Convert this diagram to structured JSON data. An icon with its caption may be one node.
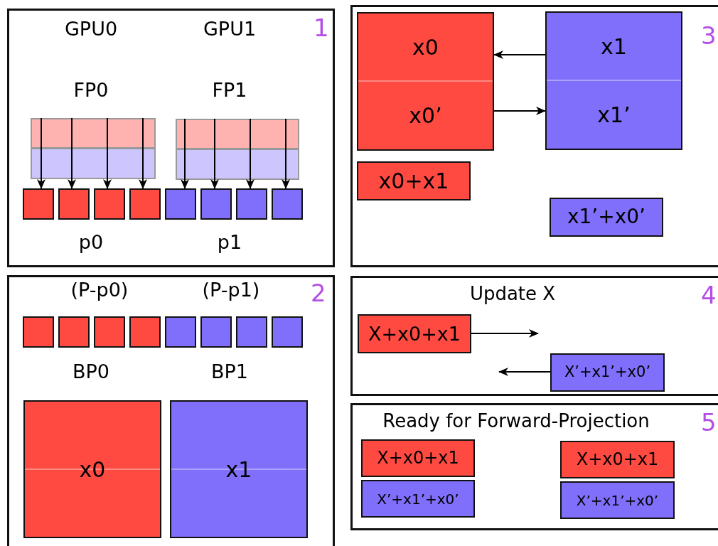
{
  "diagram": {
    "nodes": [
      {
        "text": [
          "1"
        ]
      },
      {
        "text": [],
        "shape": "box",
        "in": 0
      },
      {
        "text": [],
        "shape": "box",
        "in": 0
      },
      {
        "text": [],
        "shape": "box",
        "in": 0
      },
      {
        "text": [],
        "shape": "box",
        "in": 0
      },
      {
        "text": [],
        "shape": "box",
        "in": 0
      },
      {
        "text": [],
        "shape": "box",
        "in": 0
      },
      {
        "text": [],
        "shape": "box",
        "in": 0
      },
      {
        "text": [],
        "shape": "box",
        "in": 0
      },
      {
        "text": [],
        "shape": "box",
        "in": 0
      },
      {
        "text": [],
        "shape": "box",
        "in": 0
      },
      {
        "text": [
          "2"
        ]
      },
      {
        "text": [],
        "shape": "box",
        "in": 11
      },
      {
        "text": [],
        "shape": "box",
        "in": 11
      },
      {
        "text": [],
        "shape": "box",
        "in": 11
      },
      {
        "text": [],
        "shape": "box",
        "in": 11
      },
      {
        "text": [],
        "shape": "box",
        "in": 11
      },
      {
        "text": [],
        "shape": "box",
        "in": 11
      },
      {
        "text": [],
        "shape": "box",
        "in": 11
      },
      {
        "text": [],
        "shape": "box",
        "in": 11
      },
      {
        "text": [
          "x0"
        ],
        "in": 11
      },
      {
        "text": [
          "x1"
        ],
        "in": 11
      },
      {
        "text": [
          "3"
        ]
      },
      {
        "text": [
          "x0",
          "x0’"
        ],
        "in": 22
      },
      {
        "text": [
          "x1",
          "x1’"
        ],
        "in": 22
      },
      {
        "text": [
          "x0+x1"
        ],
        "in": 22
      },
      {
        "text": [
          "x1’+x0’"
        ],
        "in": 22
      },
      {
        "text": [
          "Update X",
          "4"
        ]
      },
      {
        "text": [
          "X+x0+x1"
        ],
        "in": 27
      },
      {
        "text": [
          "X’+x1’+x0’"
        ],
        "in": 27
      },
      {
        "text": [
          "Ready for Forward-Projection",
          "5"
        ]
      },
      {
        "text": [
          "X+x0+x1"
        ],
        "in": 30
      },
      {
        "text": [
          "X+x0+x1"
        ],
        "in": 30
      },
      {
        "text": [
          "X’+x1’+x0’"
        ],
        "in": 30
      },
      {
        "text": [
          "X’+x1’+x0’"
        ],
        "in": 30
      }
    ],
    "edges": [
      {
        "from": 1,
        "to": 3,
        "arrow": "to"
      },
      {
        "from": 1,
        "to": 4,
        "arrow": "to"
      },
      {
        "from": 1,
        "to": 5,
        "arrow": "to"
      },
      {
        "from": 1,
        "to": 6,
        "arrow": "to"
      },
      {
        "from": 2,
        "to": 7,
        "arrow": "to"
      },
      {
        "from": 2,
        "to": 8,
        "arrow": "to"
      },
      {
        "from": 2,
        "to": 9,
        "arrow": "to"
      },
      {
        "from": 2,
        "to": 10,
        "arrow": "to"
      },
      {
        "from": 24,
        "to": 23,
        "arrow": "to"
      },
      {
        "from": 23,
        "to": 24,
        "arrow": "to"
      },
      {
        "from": 28,
        "to": null,
        "arrow": "to"
      },
      {
        "from": 29,
        "to": null,
        "arrow": "to"
      }
    ],
    "labels": [
      "GPU0",
      "GPU1",
      "FP0",
      "FP1",
      "p0",
      "p1",
      "(P-p0)",
      "(P-p1)",
      "BP0",
      "BP1"
    ]
  }
}
